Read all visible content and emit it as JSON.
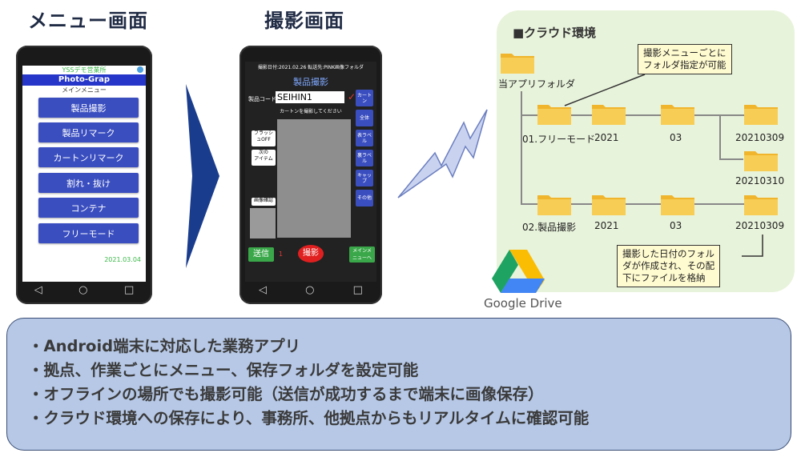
{
  "titles": {
    "menu": "メニュー画面",
    "camera": "撮影画面"
  },
  "menu_phone": {
    "header_small": "YSSデモ営業所",
    "app_name": "Photo-Grap",
    "subtitle": "メインメニュー",
    "buttons": [
      "製品撮影",
      "製品リマーク",
      "カートンリマーク",
      "割れ・抜け",
      "コンテナ",
      "フリーモード"
    ],
    "date": "2021.03.04"
  },
  "camera_phone": {
    "top_info": "撮影日付:2021.02.26 転送先:PINK画像フォルダ",
    "screen_title": "製品撮影",
    "code_label": "製品コード",
    "code_value": "SEIHIN1",
    "instruction": "カートンを撮影してください",
    "side_buttons": [
      "カート\nン",
      "全体",
      "表ラベ\nル",
      "裏ラベ\nル",
      "キャッ\nプ",
      "その他"
    ],
    "left_buttons": [
      "フラッシ\nュOFF",
      "次の\nアイテム",
      "画像確認"
    ],
    "send_label": "送信",
    "count": "1",
    "shoot_label": "撮影",
    "main_menu_label": "メインメ\nニューへ"
  },
  "cloud": {
    "title": "■クラウド環境",
    "root_folder": "当アプリフォルダ",
    "folders": {
      "free_mode": "01.フリーモード",
      "product": "02.製品撮影",
      "year_a": "2021",
      "year_b": "2021",
      "month_a": "03",
      "month_b": "03",
      "day_a": "20210309",
      "day_b": "20210310",
      "day_c": "20210309"
    },
    "callout_top": "撮影メニューごとに\nフォルダ指定が可能",
    "callout_bottom": "撮影した日付のフォル\nダが作成され、その配\n下にファイルを格納",
    "drive_label": "Google Drive"
  },
  "bullets": [
    "・Android端末に対応した業務アプリ",
    "・拠点、作業ごとにメニュー、保存フォルダを設定可能",
    "・オフラインの場所でも撮影可能（送信が成功するまで端末に画像保存）",
    "・クラウド環境への保存により、事務所、他拠点からもリアルタイムに確認可能"
  ],
  "colors": {
    "app_blue": "#3a4ec0",
    "cloud_bg": "#e8f3db",
    "box_bg": "#b6c8e6",
    "arrow": "#1a3c8c",
    "bolt": "#c9d3f0",
    "folder": "#f5c242"
  }
}
